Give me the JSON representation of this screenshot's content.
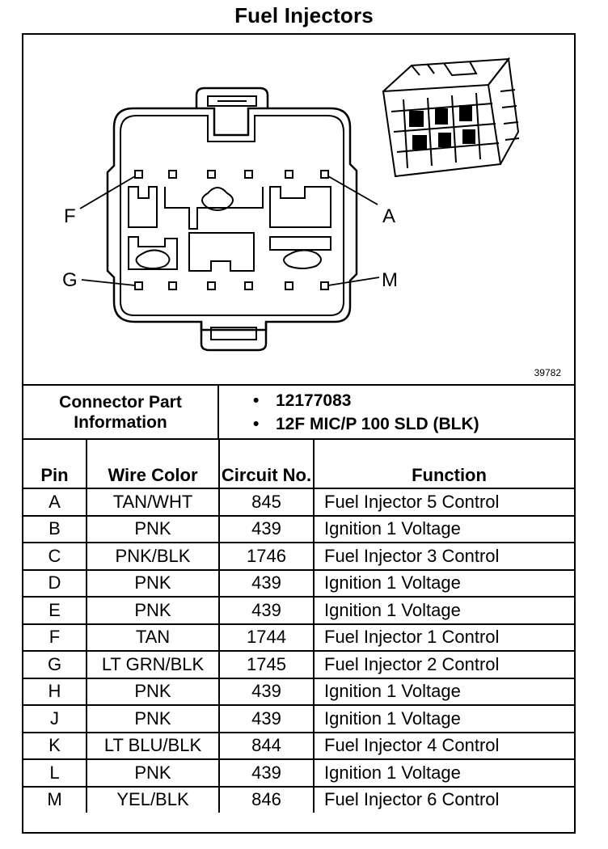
{
  "title": "Fuel Injectors",
  "figure_id": "39782",
  "pin_callouts": {
    "F": "F",
    "A": "A",
    "G": "G",
    "M": "M"
  },
  "connector": {
    "label": "Connector Part Information",
    "items": [
      "12177083",
      "12F MIC/P 100 SLD (BLK)"
    ]
  },
  "table": {
    "headers": {
      "pin": "Pin",
      "wire_color": "Wire Color",
      "circuit_no": "Circuit No.",
      "function": "Function"
    },
    "rows": [
      {
        "pin": "A",
        "wire_color": "TAN/WHT",
        "circuit": "845",
        "function": "Fuel Injector 5 Control"
      },
      {
        "pin": "B",
        "wire_color": "PNK",
        "circuit": "439",
        "function": "Ignition 1 Voltage"
      },
      {
        "pin": "C",
        "wire_color": "PNK/BLK",
        "circuit": "1746",
        "function": "Fuel Injector 3 Control"
      },
      {
        "pin": "D",
        "wire_color": "PNK",
        "circuit": "439",
        "function": "Ignition 1 Voltage"
      },
      {
        "pin": "E",
        "wire_color": "PNK",
        "circuit": "439",
        "function": "Ignition 1 Voltage"
      },
      {
        "pin": "F",
        "wire_color": "TAN",
        "circuit": "1744",
        "function": "Fuel Injector 1 Control"
      },
      {
        "pin": "G",
        "wire_color": "LT GRN/BLK",
        "circuit": "1745",
        "function": "Fuel Injector 2 Control"
      },
      {
        "pin": "H",
        "wire_color": "PNK",
        "circuit": "439",
        "function": "Ignition 1 Voltage"
      },
      {
        "pin": "J",
        "wire_color": "PNK",
        "circuit": "439",
        "function": "Ignition 1 Voltage"
      },
      {
        "pin": "K",
        "wire_color": "LT BLU/BLK",
        "circuit": "844",
        "function": "Fuel Injector 4 Control"
      },
      {
        "pin": "L",
        "wire_color": "PNK",
        "circuit": "439",
        "function": "Ignition 1 Voltage"
      },
      {
        "pin": "M",
        "wire_color": "YEL/BLK",
        "circuit": "846",
        "function": "Fuel Injector 6 Control"
      }
    ]
  }
}
